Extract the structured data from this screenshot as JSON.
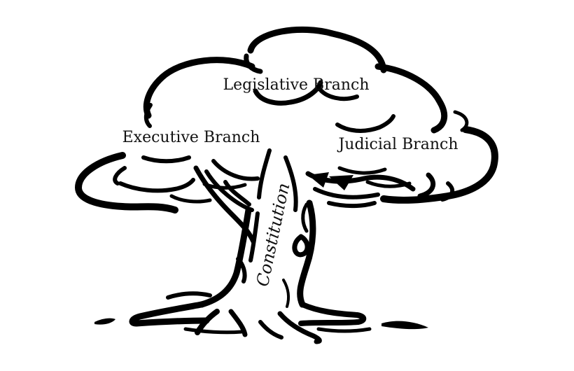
{
  "diagram": {
    "labels": {
      "legislative": "Legislative Branch",
      "executive": "Executive Branch",
      "judicial": "Judicial Branch",
      "trunk": "Constitution"
    },
    "colors": {
      "ink": "#000000",
      "background": "#ffffff"
    }
  }
}
